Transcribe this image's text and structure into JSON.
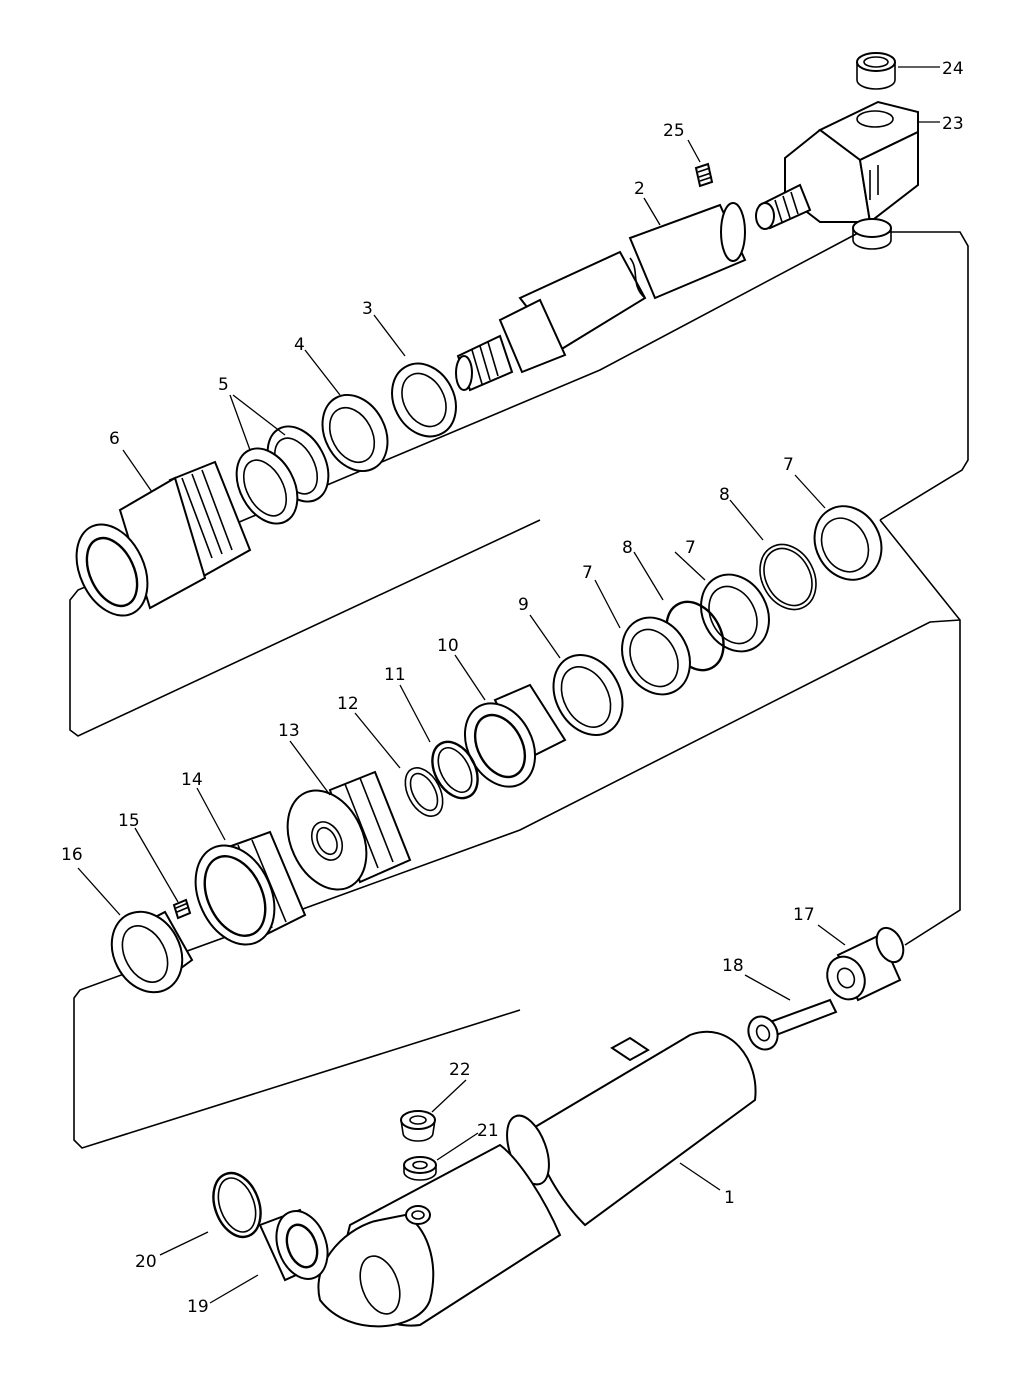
{
  "callouts": [
    {
      "id": "c1",
      "text": "1"
    },
    {
      "id": "c2",
      "text": "2"
    },
    {
      "id": "c3",
      "text": "3"
    },
    {
      "id": "c4",
      "text": "4"
    },
    {
      "id": "c5",
      "text": "5"
    },
    {
      "id": "c6",
      "text": "6"
    },
    {
      "id": "c7a",
      "text": "7"
    },
    {
      "id": "c7b",
      "text": "7"
    },
    {
      "id": "c7c",
      "text": "7"
    },
    {
      "id": "c8a",
      "text": "8"
    },
    {
      "id": "c8b",
      "text": "8"
    },
    {
      "id": "c9",
      "text": "9"
    },
    {
      "id": "c10",
      "text": "10"
    },
    {
      "id": "c11",
      "text": "11"
    },
    {
      "id": "c12",
      "text": "12"
    },
    {
      "id": "c13",
      "text": "13"
    },
    {
      "id": "c14",
      "text": "14"
    },
    {
      "id": "c15",
      "text": "15"
    },
    {
      "id": "c16",
      "text": "16"
    },
    {
      "id": "c17",
      "text": "17"
    },
    {
      "id": "c18",
      "text": "18"
    },
    {
      "id": "c19",
      "text": "19"
    },
    {
      "id": "c20",
      "text": "20"
    },
    {
      "id": "c21",
      "text": "21"
    },
    {
      "id": "c22",
      "text": "22"
    },
    {
      "id": "c23",
      "text": "23"
    },
    {
      "id": "c24",
      "text": "24"
    },
    {
      "id": "c25",
      "text": "25"
    }
  ]
}
